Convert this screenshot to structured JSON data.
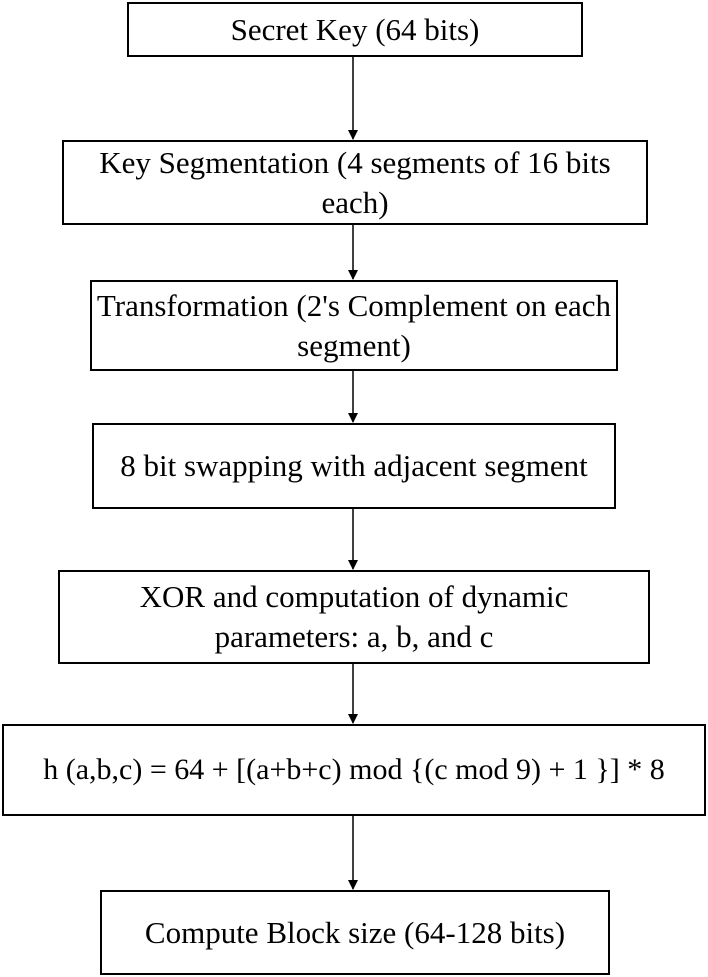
{
  "steps": [
    {
      "id": "secret-key",
      "label": "Secret Key (64 bits)"
    },
    {
      "id": "key-segmentation",
      "label": "Key Segmentation (4 segments of 16 bits each)"
    },
    {
      "id": "transformation",
      "label": "Transformation (2's Complement on each segment)"
    },
    {
      "id": "bit-swapping",
      "label": "8 bit swapping with adjacent segment"
    },
    {
      "id": "xor-computation",
      "label": "XOR and computation of dynamic parameters: a, b, and c"
    },
    {
      "id": "hash-formula",
      "label": "h (a,b,c) = 64 + [(a+b+c) mod {(c mod 9) + 1 }] * 8"
    },
    {
      "id": "block-size",
      "label": "Compute Block size (64-128 bits)"
    }
  ],
  "colors": {
    "stroke": "#000000",
    "background": "#ffffff"
  }
}
